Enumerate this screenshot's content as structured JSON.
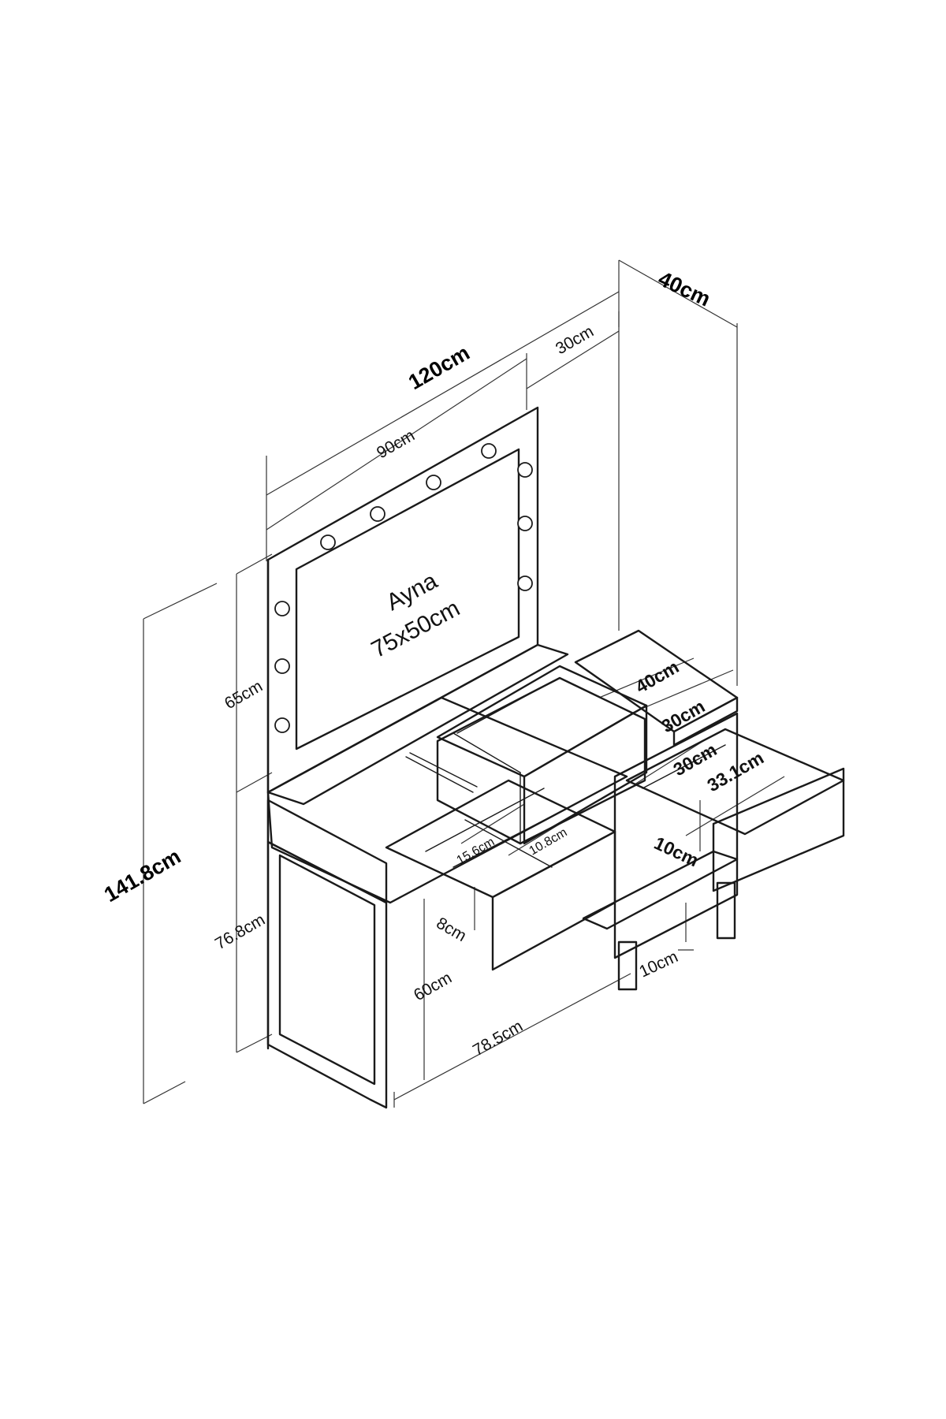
{
  "mirror": {
    "title": "Ayna",
    "size": "75x50cm"
  },
  "dimensions": {
    "total_width": "120cm",
    "depth": "40cm",
    "mirror_width": "90cm",
    "side_width": "30cm",
    "mirror_height": "65cm",
    "total_height": "141.8cm",
    "table_height": "76.8cm",
    "leg_height": "60cm",
    "desk_width": "78.5cm",
    "drawer_height": "8cm",
    "compartment_a": "15.6cm",
    "compartment_b": "10.8cm",
    "side_top_depth": "40cm",
    "side_inner_width": "30cm",
    "side_drawer_width": "30cm",
    "side_drawer_depth": "33.1cm",
    "side_drawer_height": "10cm",
    "foot_height": "10cm"
  }
}
